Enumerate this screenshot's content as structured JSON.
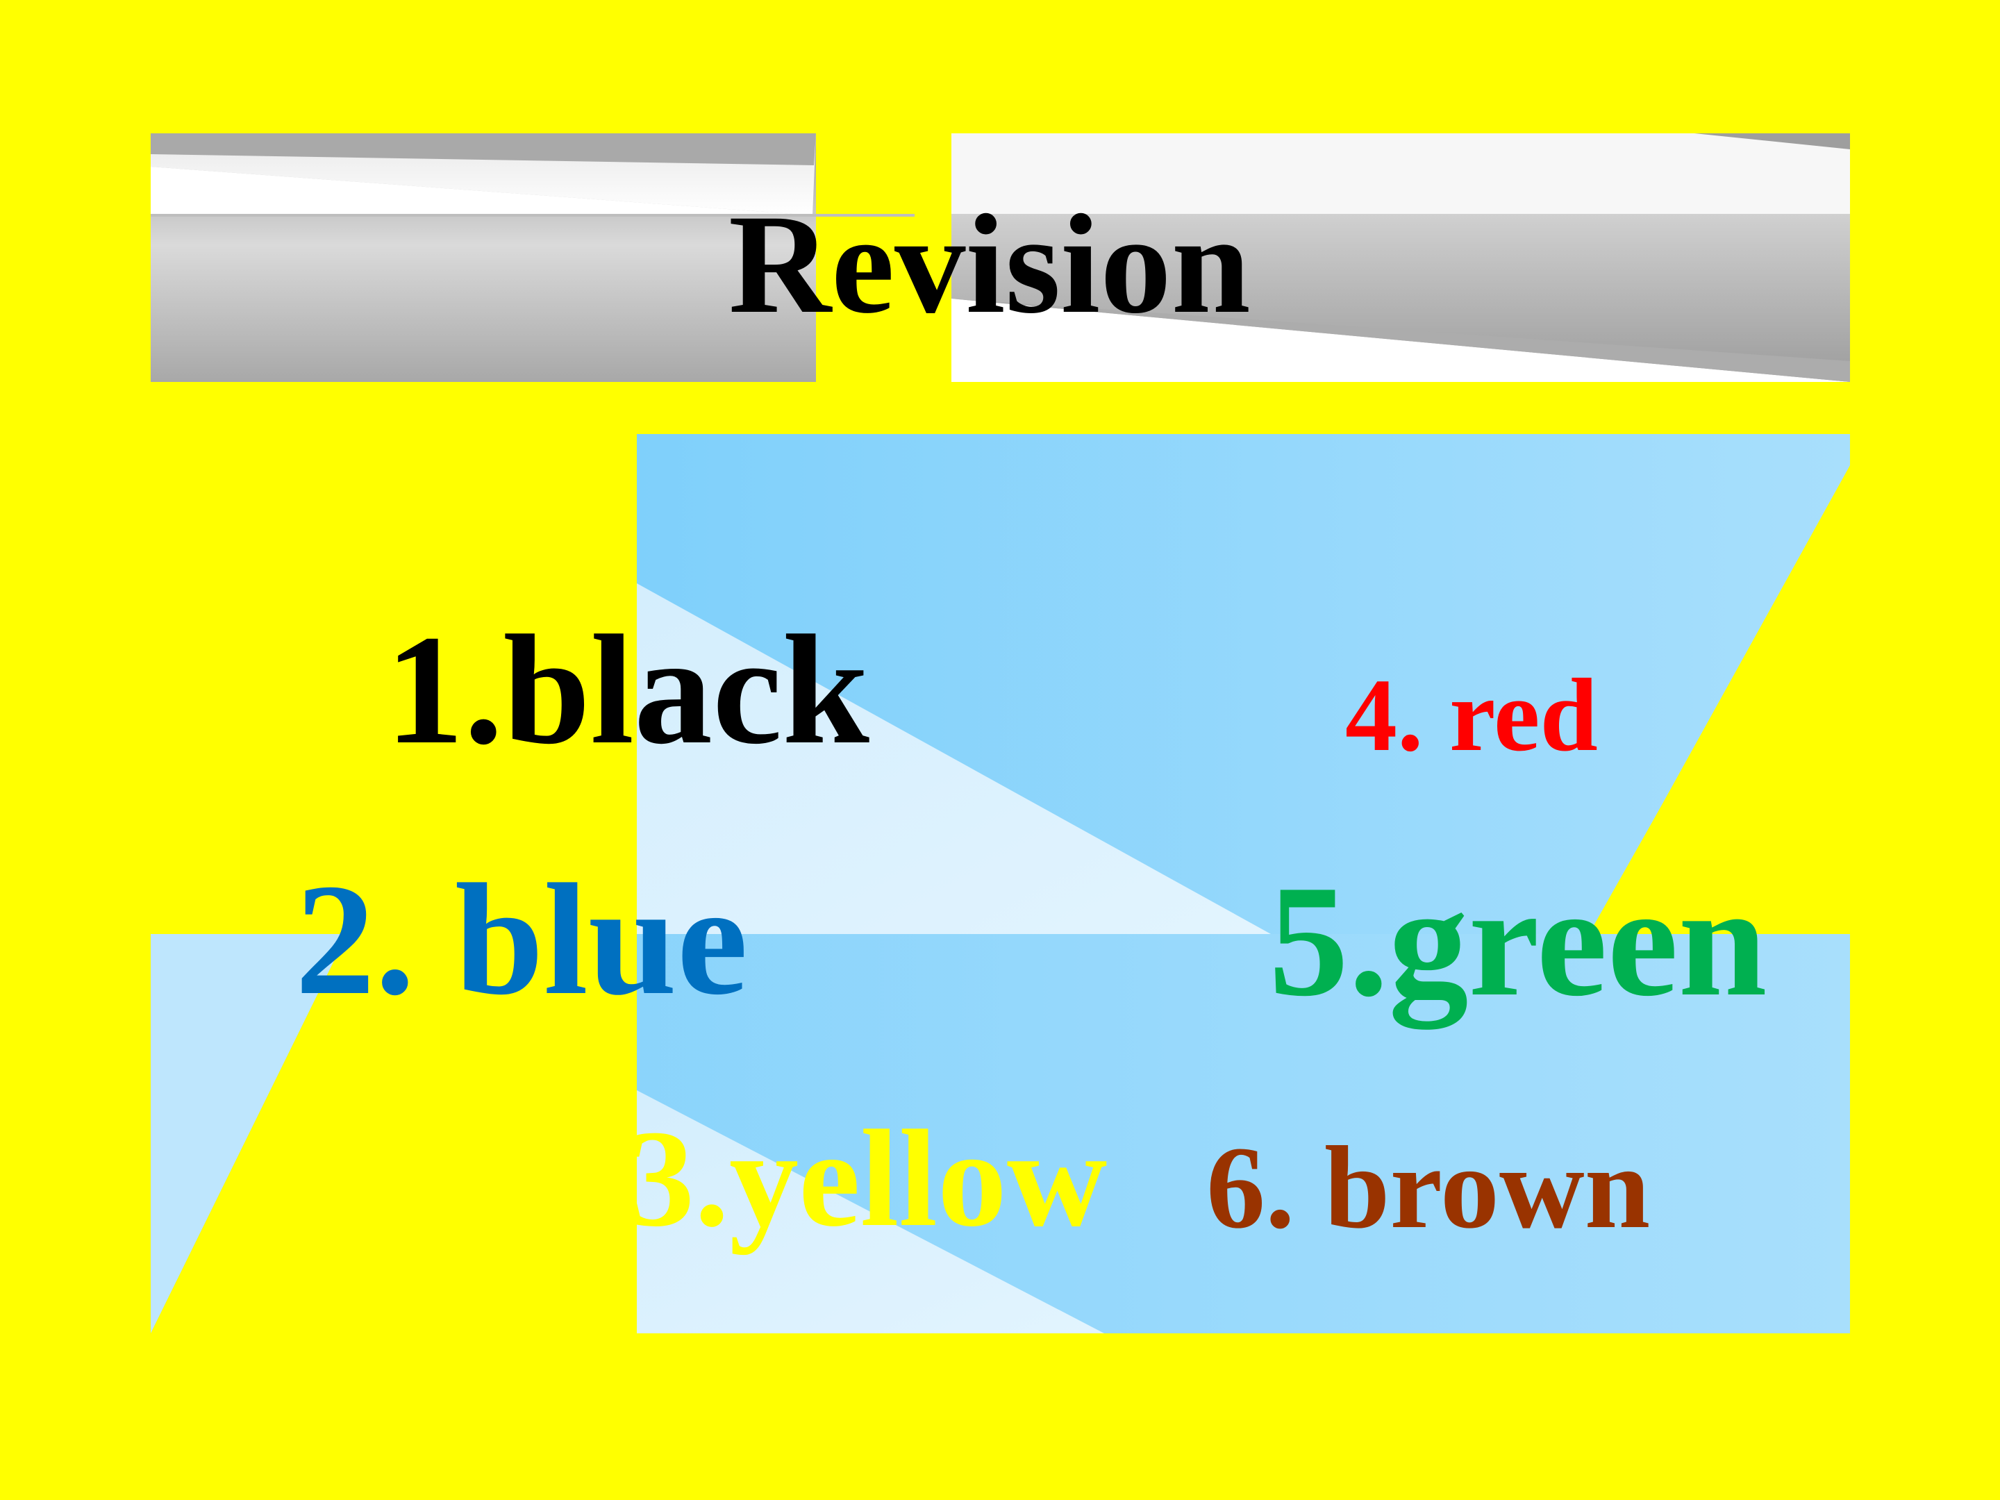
{
  "slide": {
    "background_color": "#FFFF00",
    "title": "Revision",
    "title_color": "#000000",
    "words": [
      {
        "text": "1.black",
        "color": "#000000"
      },
      {
        "text": "2. blue",
        "color": "#0070C0"
      },
      {
        "text": "3.yellow",
        "color": "#FFFF00"
      },
      {
        "text": "4. red",
        "color": "#FF0000"
      },
      {
        "text": "5.green",
        "color": "#00B050"
      },
      {
        "text": "6. brown",
        "color": "#993300"
      }
    ]
  }
}
